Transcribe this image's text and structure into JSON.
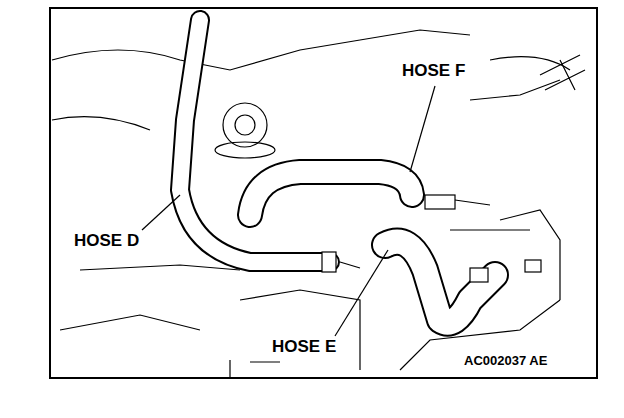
{
  "diagram": {
    "labels": [
      "HOSE F",
      "HOSE D",
      "HOSE E",
      "AC002037 AE"
    ]
  }
}
